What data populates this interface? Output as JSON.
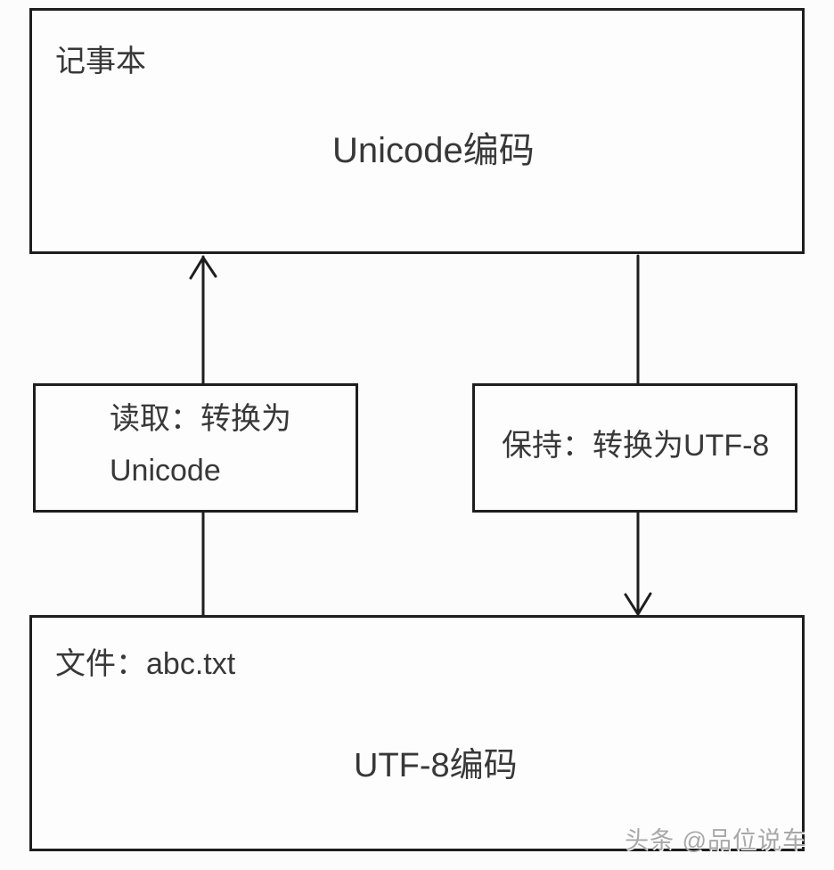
{
  "diagram": {
    "title_context": "Notepad Unicode / UTF-8 encoding conversion flowchart",
    "top_box": {
      "corner_label": "记事本",
      "center_label": "Unicode编码"
    },
    "left_box": {
      "line1": "读取：转换为",
      "line2": "Unicode"
    },
    "right_box": {
      "label": "保持：转换为UTF-8"
    },
    "bottom_box": {
      "corner_label": "文件：abc.txt",
      "center_label": "UTF-8编码"
    },
    "flow": {
      "left_connector_direction": "up",
      "right_connector_direction": "down"
    },
    "watermark": "头条 @品位说车"
  },
  "colors": {
    "background": "#fcfcfc",
    "box_fill": "#fdfdfd",
    "border": "#1e1e1e",
    "text": "#383838",
    "watermark": "#a8a8a8"
  }
}
